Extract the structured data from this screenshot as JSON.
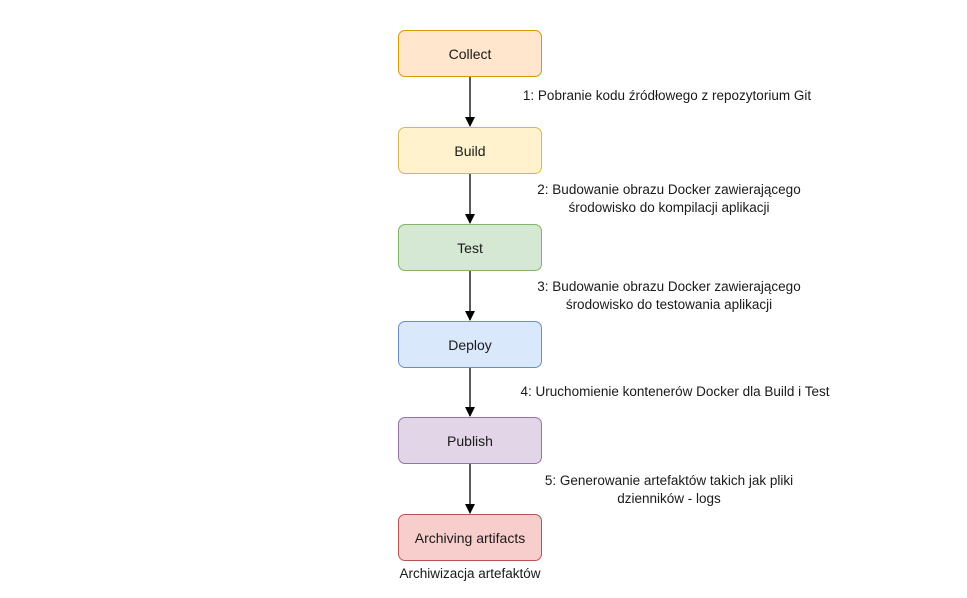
{
  "nodes": [
    {
      "id": "collect",
      "label": "Collect",
      "fill": "#ffe6cc",
      "stroke": "#d79b00"
    },
    {
      "id": "build",
      "label": "Build",
      "fill": "#fff2cc",
      "stroke": "#d6b656"
    },
    {
      "id": "test",
      "label": "Test",
      "fill": "#d5e8d4",
      "stroke": "#82b366"
    },
    {
      "id": "deploy",
      "label": "Deploy",
      "fill": "#dae8fc",
      "stroke": "#6c8ebf"
    },
    {
      "id": "publish",
      "label": "Publish",
      "fill": "#e1d5e7",
      "stroke": "#9673a6"
    },
    {
      "id": "archiving",
      "label": "Archiving artifacts",
      "fill": "#f8cecc",
      "stroke": "#b85450",
      "caption": "Archiwizacja artefaktów"
    }
  ],
  "edges": [
    {
      "from": "collect",
      "to": "build",
      "label_lines": [
        "1: Pobranie kodu źródłowego z repozytorium Git"
      ]
    },
    {
      "from": "build",
      "to": "test",
      "label_lines": [
        "2: Budowanie obrazu Docker zawierającego",
        "środowisko do kompilacji aplikacji"
      ]
    },
    {
      "from": "test",
      "to": "deploy",
      "label_lines": [
        "3: Budowanie obrazu Docker zawierającego",
        "środowisko do testowania aplikacji"
      ]
    },
    {
      "from": "deploy",
      "to": "publish",
      "label_lines": [
        "4: Uruchomienie kontenerów Docker dla Build i Test"
      ]
    },
    {
      "from": "publish",
      "to": "archiving",
      "label_lines": [
        "5: Generowanie artefaktów takich jak pliki",
        "dzienników - logs"
      ]
    }
  ]
}
